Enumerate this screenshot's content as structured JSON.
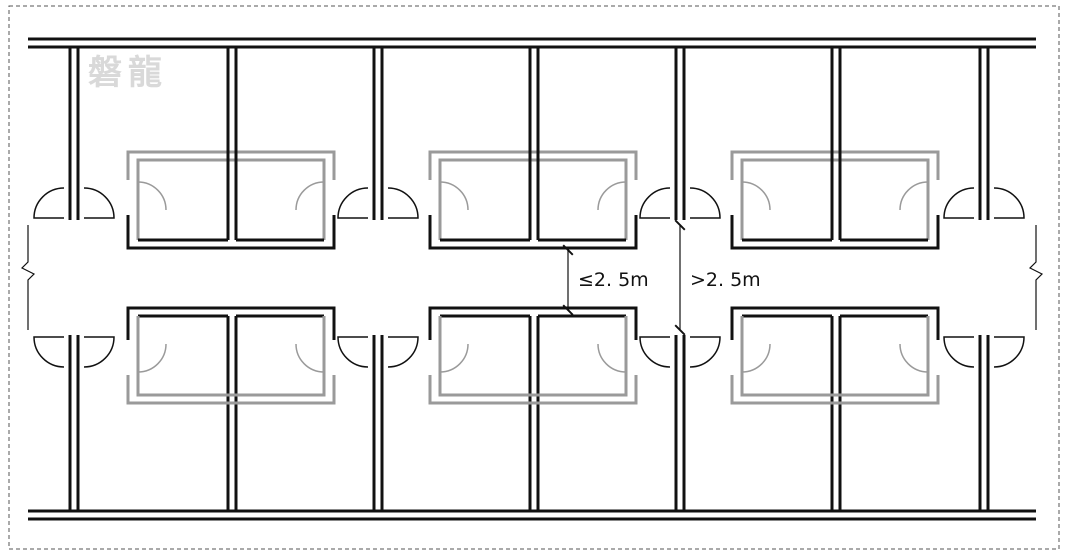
{
  "watermark": "磐龍",
  "dimensions": {
    "narrow_label": "≤2. 5m",
    "wide_label": ">2. 5m"
  },
  "colors": {
    "wall": "#111111",
    "gray_wall": "#9a9a9a",
    "border": "#555555"
  }
}
